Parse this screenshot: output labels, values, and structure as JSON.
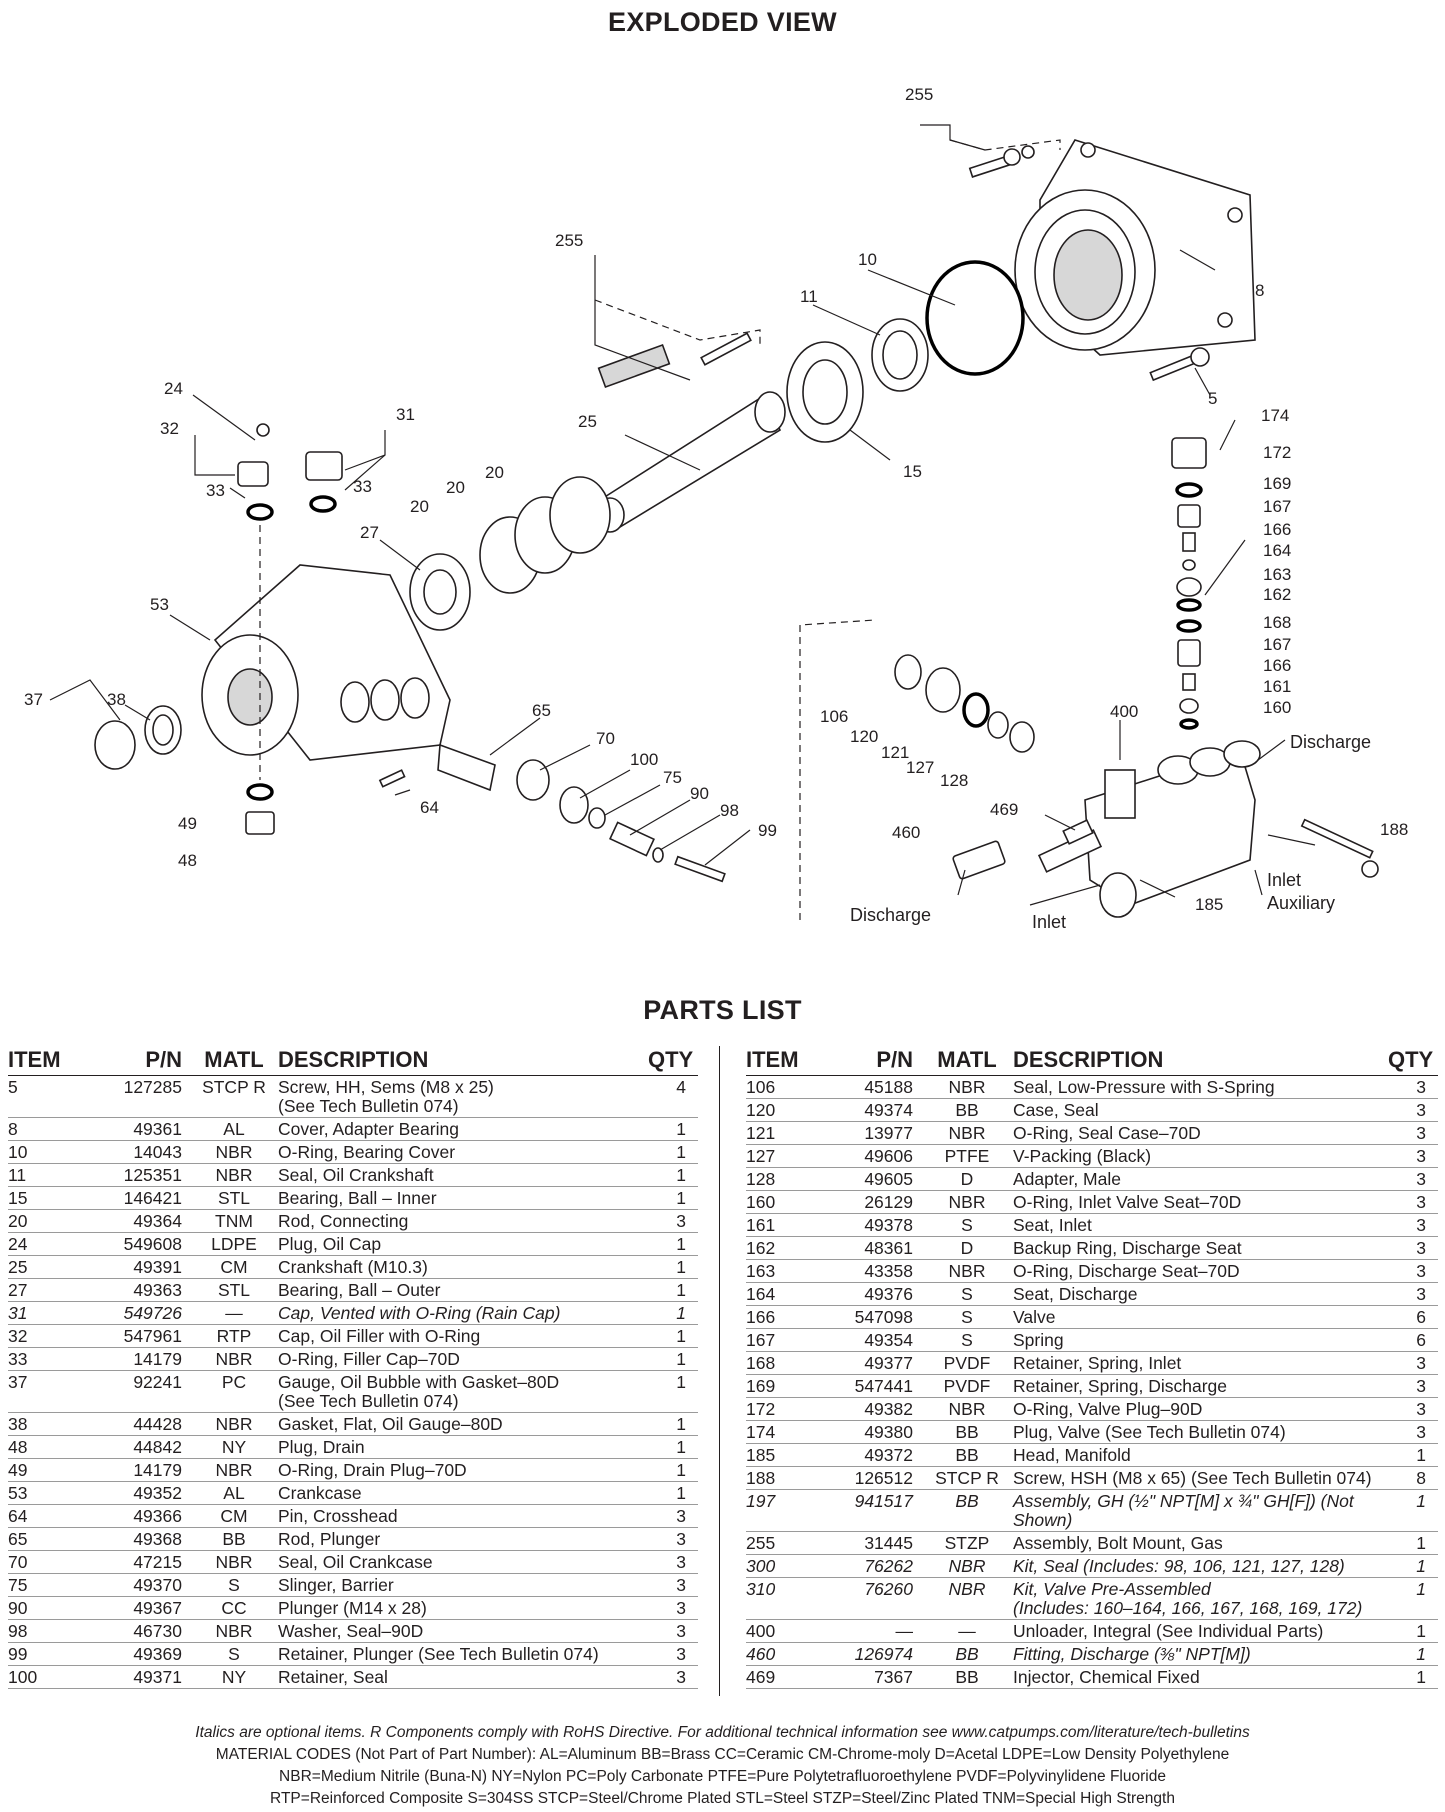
{
  "exploded_view": {
    "title": "EXPLODED VIEW",
    "callouts": [
      "255",
      "255",
      "10",
      "11",
      "8",
      "5",
      "24",
      "32",
      "31",
      "33",
      "33",
      "20",
      "20",
      "20",
      "25",
      "15",
      "27",
      "53",
      "37",
      "38",
      "65",
      "64",
      "70",
      "100",
      "75",
      "90",
      "98",
      "99",
      "49",
      "48",
      "174",
      "172",
      "169",
      "167",
      "166",
      "164",
      "163",
      "162",
      "168",
      "167",
      "166",
      "161",
      "160",
      "400",
      "106",
      "120",
      "121",
      "127",
      "128",
      "469",
      "460",
      "185",
      "188"
    ],
    "port_labels": {
      "discharge_right": "Discharge",
      "discharge_bottom": "Discharge",
      "inlet": "Inlet",
      "inlet_auxiliary_1": "Inlet",
      "inlet_auxiliary_2": "Auxiliary"
    }
  },
  "parts_list": {
    "title": "PARTS LIST",
    "headers": {
      "item": "ITEM",
      "pn": "P/N",
      "matl": "MATL",
      "description": "DESCRIPTION",
      "qty": "QTY"
    },
    "left": [
      {
        "item": "5",
        "pn": "127285",
        "matl": "STCP R",
        "desc": "Screw, HH, Sems (M8 x 25)",
        "desc2": "(See Tech Bulletin 074)",
        "qty": "4",
        "italic": false
      },
      {
        "item": "8",
        "pn": "49361",
        "matl": "AL",
        "desc": "Cover, Adapter Bearing",
        "desc2": "",
        "qty": "1",
        "italic": false
      },
      {
        "item": "10",
        "pn": "14043",
        "matl": "NBR",
        "desc": "O-Ring, Bearing Cover",
        "desc2": "",
        "qty": "1",
        "italic": false
      },
      {
        "item": "11",
        "pn": "125351",
        "matl": "NBR",
        "desc": "Seal, Oil Crankshaft",
        "desc2": "",
        "qty": "1",
        "italic": false
      },
      {
        "item": "15",
        "pn": "146421",
        "matl": "STL",
        "desc": "Bearing, Ball – Inner",
        "desc2": "",
        "qty": "1",
        "italic": false
      },
      {
        "item": "20",
        "pn": "49364",
        "matl": "TNM",
        "desc": "Rod, Connecting",
        "desc2": "",
        "qty": "3",
        "italic": false
      },
      {
        "item": "24",
        "pn": "549608",
        "matl": "LDPE",
        "desc": "Plug, Oil Cap",
        "desc2": "",
        "qty": "1",
        "italic": false
      },
      {
        "item": "25",
        "pn": "49391",
        "matl": "CM",
        "desc": "Crankshaft (M10.3)",
        "desc2": "",
        "qty": "1",
        "italic": false
      },
      {
        "item": "27",
        "pn": "49363",
        "matl": "STL",
        "desc": "Bearing, Ball – Outer",
        "desc2": "",
        "qty": "1",
        "italic": false
      },
      {
        "item": "31",
        "pn": "549726",
        "matl": "—",
        "desc": "Cap, Vented with O-Ring (Rain Cap)",
        "desc2": "",
        "qty": "1",
        "italic": true
      },
      {
        "item": "32",
        "pn": "547961",
        "matl": "RTP",
        "desc": "Cap, Oil Filler with O-Ring",
        "desc2": "",
        "qty": "1",
        "italic": false
      },
      {
        "item": "33",
        "pn": "14179",
        "matl": "NBR",
        "desc": "O-Ring, Filler Cap–70D",
        "desc2": "",
        "qty": "1",
        "italic": false
      },
      {
        "item": "37",
        "pn": "92241",
        "matl": "PC",
        "desc": "Gauge, Oil Bubble with Gasket–80D",
        "desc2": "(See Tech Bulletin 074)",
        "qty": "1",
        "italic": false
      },
      {
        "item": "38",
        "pn": "44428",
        "matl": "NBR",
        "desc": "Gasket, Flat, Oil Gauge–80D",
        "desc2": "",
        "qty": "1",
        "italic": false
      },
      {
        "item": "48",
        "pn": "44842",
        "matl": "NY",
        "desc": "Plug, Drain",
        "desc2": "",
        "qty": "1",
        "italic": false
      },
      {
        "item": "49",
        "pn": "14179",
        "matl": "NBR",
        "desc": "O-Ring, Drain Plug–70D",
        "desc2": "",
        "qty": "1",
        "italic": false
      },
      {
        "item": "53",
        "pn": "49352",
        "matl": "AL",
        "desc": "Crankcase",
        "desc2": "",
        "qty": "1",
        "italic": false
      },
      {
        "item": "64",
        "pn": "49366",
        "matl": "CM",
        "desc": "Pin, Crosshead",
        "desc2": "",
        "qty": "3",
        "italic": false
      },
      {
        "item": "65",
        "pn": "49368",
        "matl": "BB",
        "desc": "Rod, Plunger",
        "desc2": "",
        "qty": "3",
        "italic": false
      },
      {
        "item": "70",
        "pn": "47215",
        "matl": "NBR",
        "desc": "Seal, Oil Crankcase",
        "desc2": "",
        "qty": "3",
        "italic": false
      },
      {
        "item": "75",
        "pn": "49370",
        "matl": "S",
        "desc": "Slinger, Barrier",
        "desc2": "",
        "qty": "3",
        "italic": false
      },
      {
        "item": "90",
        "pn": "49367",
        "matl": "CC",
        "desc": "Plunger (M14 x 28)",
        "desc2": "",
        "qty": "3",
        "italic": false
      },
      {
        "item": "98",
        "pn": "46730",
        "matl": "NBR",
        "desc": "Washer, Seal–90D",
        "desc2": "",
        "qty": "3",
        "italic": false
      },
      {
        "item": "99",
        "pn": "49369",
        "matl": "S",
        "desc": "Retainer, Plunger (See Tech Bulletin 074)",
        "desc2": "",
        "qty": "3",
        "italic": false
      },
      {
        "item": "100",
        "pn": "49371",
        "matl": "NY",
        "desc": "Retainer, Seal",
        "desc2": "",
        "qty": "3",
        "italic": false
      }
    ],
    "right": [
      {
        "item": "106",
        "pn": "45188",
        "matl": "NBR",
        "desc": "Seal, Low-Pressure with S-Spring",
        "desc2": "",
        "qty": "3",
        "italic": false
      },
      {
        "item": "120",
        "pn": "49374",
        "matl": "BB",
        "desc": "Case, Seal",
        "desc2": "",
        "qty": "3",
        "italic": false
      },
      {
        "item": "121",
        "pn": "13977",
        "matl": "NBR",
        "desc": "O-Ring, Seal Case–70D",
        "desc2": "",
        "qty": "3",
        "italic": false
      },
      {
        "item": "127",
        "pn": "49606",
        "matl": "PTFE",
        "desc": "V-Packing (Black)",
        "desc2": "",
        "qty": "3",
        "italic": false
      },
      {
        "item": "128",
        "pn": "49605",
        "matl": "D",
        "desc": "Adapter, Male",
        "desc2": "",
        "qty": "3",
        "italic": false
      },
      {
        "item": "160",
        "pn": "26129",
        "matl": "NBR",
        "desc": "O-Ring, Inlet Valve Seat–70D",
        "desc2": "",
        "qty": "3",
        "italic": false
      },
      {
        "item": "161",
        "pn": "49378",
        "matl": "S",
        "desc": "Seat, Inlet",
        "desc2": "",
        "qty": "3",
        "italic": false
      },
      {
        "item": "162",
        "pn": "48361",
        "matl": "D",
        "desc": "Backup Ring, Discharge Seat",
        "desc2": "",
        "qty": "3",
        "italic": false
      },
      {
        "item": "163",
        "pn": "43358",
        "matl": "NBR",
        "desc": "O-Ring, Discharge Seat–70D",
        "desc2": "",
        "qty": "3",
        "italic": false
      },
      {
        "item": "164",
        "pn": "49376",
        "matl": "S",
        "desc": "Seat, Discharge",
        "desc2": "",
        "qty": "3",
        "italic": false
      },
      {
        "item": "166",
        "pn": "547098",
        "matl": "S",
        "desc": "Valve",
        "desc2": "",
        "qty": "6",
        "italic": false
      },
      {
        "item": "167",
        "pn": "49354",
        "matl": "S",
        "desc": "Spring",
        "desc2": "",
        "qty": "6",
        "italic": false
      },
      {
        "item": "168",
        "pn": "49377",
        "matl": "PVDF",
        "desc": "Retainer, Spring, Inlet",
        "desc2": "",
        "qty": "3",
        "italic": false
      },
      {
        "item": "169",
        "pn": "547441",
        "matl": "PVDF",
        "desc": "Retainer, Spring, Discharge",
        "desc2": "",
        "qty": "3",
        "italic": false
      },
      {
        "item": "172",
        "pn": "49382",
        "matl": "NBR",
        "desc": "O-Ring, Valve Plug–90D",
        "desc2": "",
        "qty": "3",
        "italic": false
      },
      {
        "item": "174",
        "pn": "49380",
        "matl": "BB",
        "desc": "Plug, Valve (See Tech Bulletin 074)",
        "desc2": "",
        "qty": "3",
        "italic": false
      },
      {
        "item": "185",
        "pn": "49372",
        "matl": "BB",
        "desc": "Head, Manifold",
        "desc2": "",
        "qty": "1",
        "italic": false
      },
      {
        "item": "188",
        "pn": "126512",
        "matl": "STCP R",
        "desc": "Screw, HSH (M8 x 65) (See Tech Bulletin 074)",
        "desc2": "",
        "qty": "8",
        "italic": false
      },
      {
        "item": "197",
        "pn": "941517",
        "matl": "BB",
        "desc": "Assembly, GH (½\" NPT[M] x ¾\" GH[F]) (Not Shown)",
        "desc2": "",
        "qty": "1",
        "italic": true
      },
      {
        "item": "255",
        "pn": "31445",
        "matl": "STZP",
        "desc": "Assembly, Bolt Mount, Gas",
        "desc2": "",
        "qty": "1",
        "italic": false
      },
      {
        "item": "300",
        "pn": "76262",
        "matl": "NBR",
        "desc": "Kit, Seal (Includes: 98, 106, 121, 127, 128)",
        "desc2": "",
        "qty": "1",
        "italic": true
      },
      {
        "item": "310",
        "pn": "76260",
        "matl": "NBR",
        "desc": "Kit, Valve Pre-Assembled",
        "desc2": "(Includes: 160–164, 166, 167, 168, 169, 172)",
        "qty": "1",
        "italic": true
      },
      {
        "item": "400",
        "pn": "—",
        "matl": "—",
        "desc": "Unloader, Integral (See Individual Parts)",
        "desc2": "",
        "qty": "1",
        "italic": false
      },
      {
        "item": "460",
        "pn": "126974",
        "matl": "BB",
        "desc": "Fitting, Discharge (⅜\" NPT[M])",
        "desc2": "",
        "qty": "1",
        "italic": true
      },
      {
        "item": "469",
        "pn": "7367",
        "matl": "BB",
        "desc": "Injector, Chemical Fixed",
        "desc2": "",
        "qty": "1",
        "italic": false
      }
    ]
  },
  "footer": {
    "line1": "Italics are optional items.  R Components comply with RoHS Directive.  For additional technical information see www.catpumps.com/literature/tech-bulletins",
    "line2": "MATERIAL CODES (Not Part of Part Number):  AL=Aluminum  BB=Brass  CC=Ceramic  CM-Chrome-moly  D=Acetal  LDPE=Low Density Polyethylene",
    "line3": "NBR=Medium Nitrile (Buna-N)  NY=Nylon  PC=Poly Carbonate  PTFE=Pure Polytetrafluoroethylene  PVDF=Polyvinylidene Fluoride",
    "line4": "RTP=Reinforced Composite  S=304SS  STCP=Steel/Chrome Plated  STL=Steel  STZP=Steel/Zinc Plated  TNM=Special High Strength"
  }
}
